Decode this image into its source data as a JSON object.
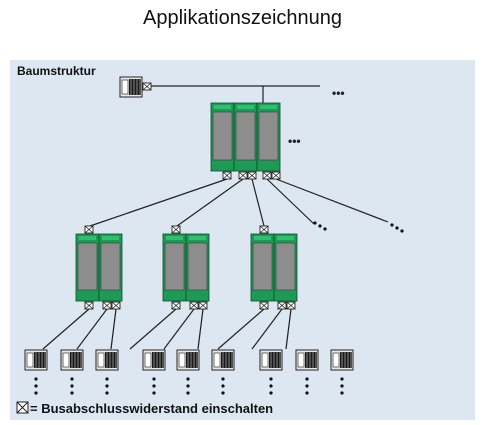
{
  "title": "Applikationszeichnung",
  "diagram": {
    "heading": "Baumstruktur",
    "legend_text": "= Busabschlusswiderstand einschalten",
    "continuation_dots": "•••"
  },
  "colors": {
    "panel_bg": "#dce7f1",
    "module_green": "#1e9a57",
    "module_gray": "#8d8d8d",
    "line": "#222222",
    "text": "#111111"
  },
  "icons": {
    "device": "terminal-device-icon",
    "terminator": "bus-terminator-icon",
    "module": "i-o-module-icon"
  }
}
